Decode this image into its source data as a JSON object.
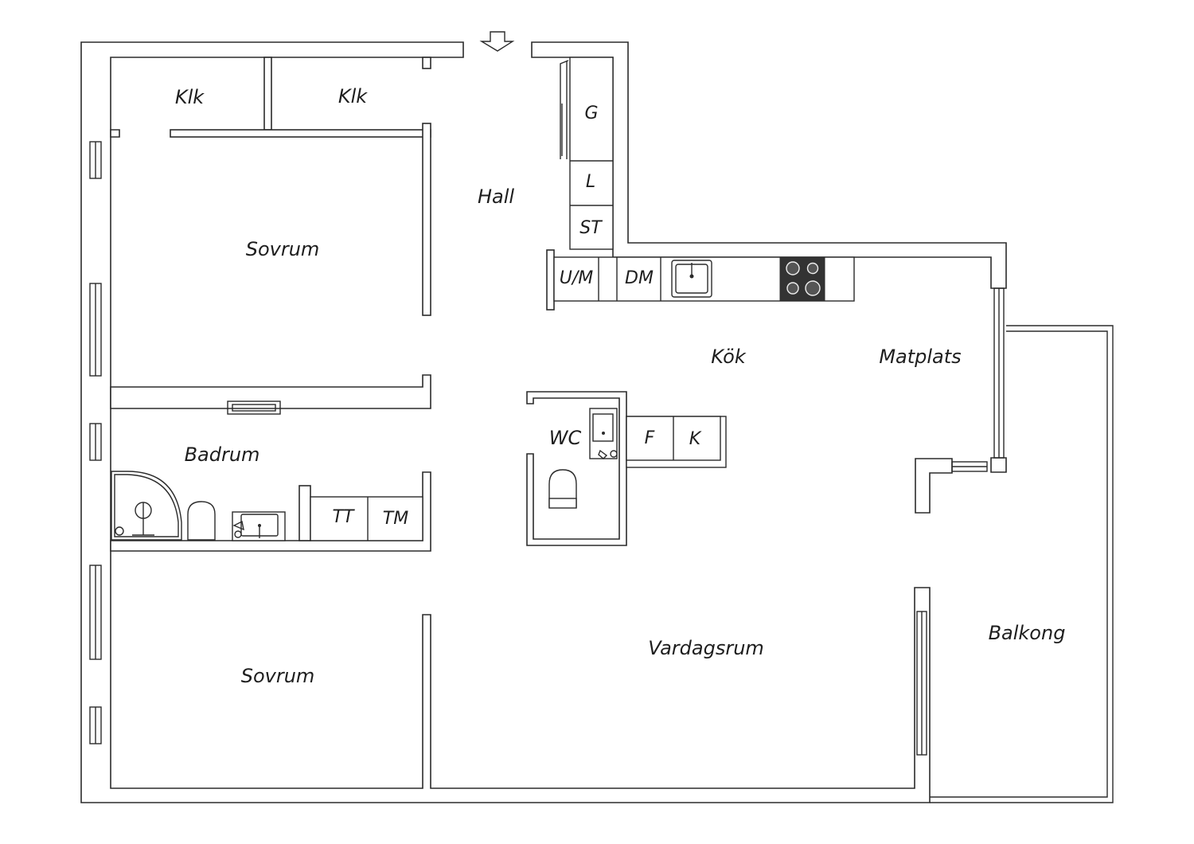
{
  "rooms": {
    "klk_1": "Klk",
    "klk_2": "Klk",
    "hall": "Hall",
    "sovrum_top": "Sovrum",
    "badrum": "Badrum",
    "sovrum_bottom": "Sovrum",
    "kok": "Kök",
    "matplats": "Matplats",
    "wc": "WC",
    "vardagsrum": "Vardagsrum",
    "balkong": "Balkong"
  },
  "fixtures": {
    "g": "G",
    "l": "L",
    "st": "ST",
    "um": "U/M",
    "dm": "DM",
    "f": "F",
    "k": "K",
    "tt": "TT",
    "tm": "TM"
  },
  "icons": {
    "entrance": "arrow-down-icon",
    "sink": "sink-icon",
    "stove": "stove-icon",
    "toilet": "toilet-icon",
    "shower": "shower-icon",
    "washbasin": "washbasin-icon"
  },
  "colors": {
    "line": "#2b2b2b",
    "stove_fill": "#333333",
    "background": "#ffffff"
  }
}
